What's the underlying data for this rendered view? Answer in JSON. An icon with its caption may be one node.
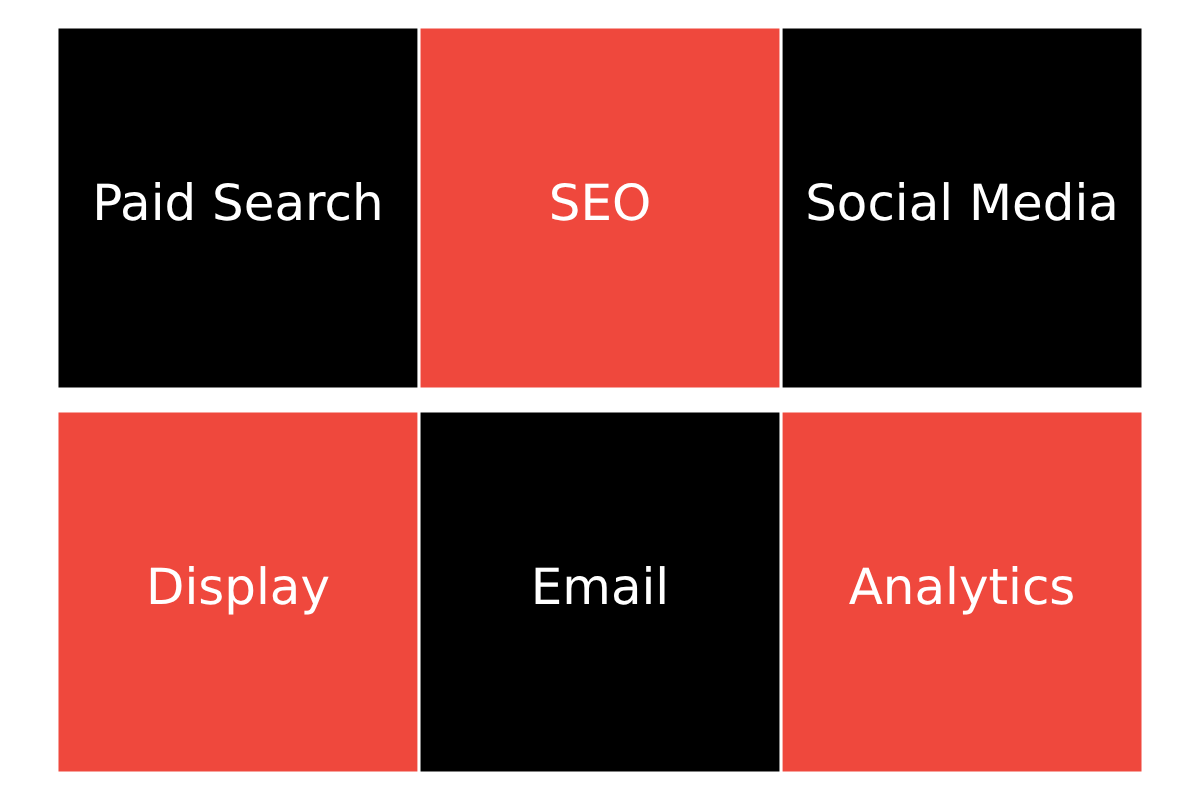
{
  "diagram": {
    "nodes": [
      {
        "text": [
          "Paid Search"
        ]
      },
      {
        "text": [
          "SEO"
        ]
      },
      {
        "text": [
          "Social Media"
        ]
      },
      {
        "text": [
          "Display"
        ]
      },
      {
        "text": [
          "Email"
        ]
      },
      {
        "text": [
          "Analytics"
        ]
      }
    ]
  }
}
